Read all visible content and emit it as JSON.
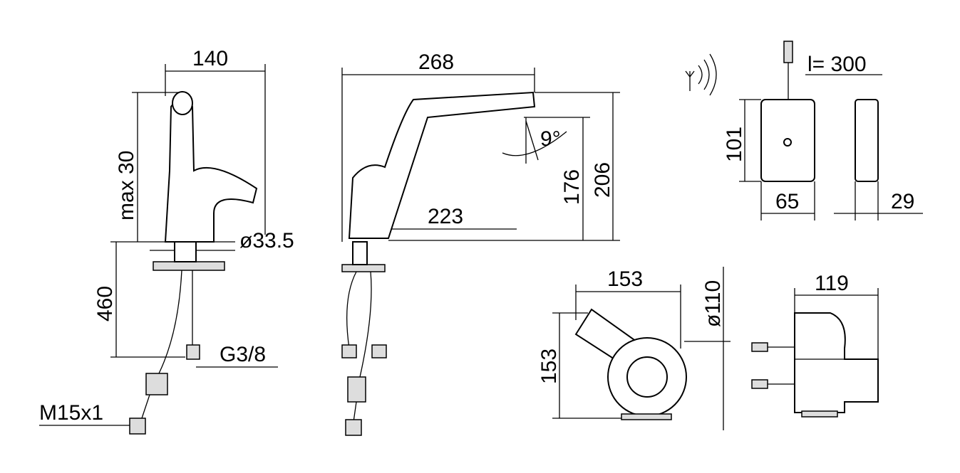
{
  "title": "Faucet dimension drawing",
  "side_view": {
    "width": "140",
    "lever_travel": "max 30",
    "hose_length": "460",
    "hole_diameter": "ø33.5",
    "thread": "G3/8",
    "connector": "M15x1"
  },
  "front_view": {
    "length": "268",
    "spout_reach": "223",
    "spout_height": "176",
    "total_height": "206",
    "angle": "9°"
  },
  "sensor_box": {
    "cable": "l= 300",
    "height": "101",
    "width": "65",
    "depth": "29"
  },
  "top_view": {
    "width": "153",
    "depth": "153",
    "diameter": "ø110"
  },
  "base_view": {
    "width": "119"
  },
  "icons": {
    "wireless": "wireless-signal-icon"
  }
}
